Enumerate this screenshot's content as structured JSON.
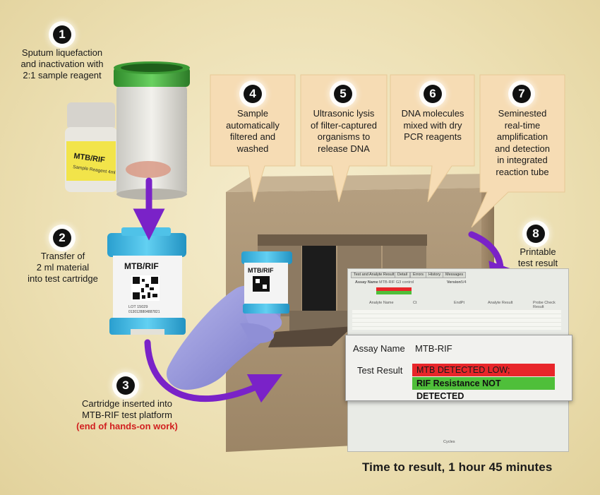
{
  "steps": [
    {
      "number": "1",
      "lines": [
        "Sputum liquefaction",
        "and inactivation with",
        "2:1 sample reagent"
      ]
    },
    {
      "number": "2",
      "lines": [
        "Transfer of",
        "2 ml material",
        "into test cartridge"
      ]
    },
    {
      "number": "3",
      "lines": [
        "Cartridge inserted into",
        "MTB-RIF test platform"
      ],
      "note": "(end of hands-on work)"
    },
    {
      "number": "4",
      "lines": [
        "Sample",
        "automatically",
        "filtered and",
        "washed"
      ]
    },
    {
      "number": "5",
      "lines": [
        "Ultrasonic lysis",
        "of filter-captured",
        "organisms to",
        "release DNA"
      ]
    },
    {
      "number": "6",
      "lines": [
        "DNA molecules",
        "mixed with dry",
        "PCR reagents"
      ]
    },
    {
      "number": "7",
      "lines": [
        "Seminested",
        "real-time",
        "amplification",
        "and detection",
        "in integrated",
        "reaction tube"
      ]
    },
    {
      "number": "8",
      "lines": [
        "Printable",
        "test result"
      ]
    }
  ],
  "bottle": {
    "label_line1": "MTB/RIF",
    "label_line2": "Sample Reagent 4ml"
  },
  "cartridge": {
    "label": "MTB/RIF",
    "lot": "LOT 15029",
    "code": "0130128804887821"
  },
  "small_cartridge": {
    "label": "MTB/RIF"
  },
  "screen": {
    "tabs": [
      "Test and Analyte Result",
      "Detail",
      "Errors",
      "History",
      "Messages"
    ],
    "assay_header": "Assay Name",
    "assay_value": "MTB-RIF G3 control",
    "version_label": "Version",
    "version_value": "5/4",
    "columns": [
      "Analyte Name",
      "Ct",
      "EndPt",
      "Analyte Result",
      "Probe Check Result"
    ],
    "x_label": "Cycles"
  },
  "result_panel": {
    "assay_label": "Assay Name",
    "assay_value": "MTB-RIF",
    "result_label": "Test Result",
    "result_line1": "MTB DETECTED LOW;",
    "result_line2": "RIF Resistance NOT DETECTED"
  },
  "time_to_result": "Time to result, 1 hour 45 minutes",
  "colors": {
    "background": "#ecdfb2",
    "arrow": "#7a22c8",
    "callout": "#f6dcb4",
    "detected": "#e8262a",
    "not_detected": "#4fbf3a",
    "cartridge_blue": "#3bb8e0"
  }
}
